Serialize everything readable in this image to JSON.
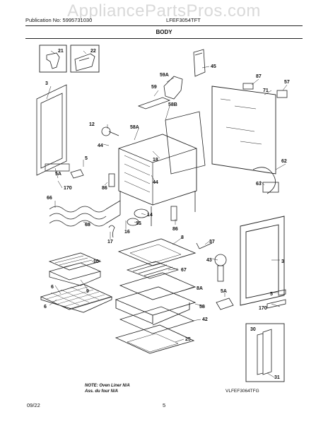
{
  "watermark": "AppliancePartsPros.com",
  "header": {
    "publication": "Publication No: 5995731030",
    "model": "LFEF3054TFT",
    "section_title": "BODY"
  },
  "callouts": {
    "c21": "21",
    "c22": "22",
    "c45": "45",
    "c59A": "59A",
    "c87": "87",
    "c3a": "3",
    "c59": "59",
    "c71": "71",
    "c57": "57",
    "c58B": "58B",
    "c12": "12",
    "c58A": "58A",
    "c44a": "44",
    "c18": "18",
    "c62": "62",
    "c5a": "5",
    "c5Aa": "5A",
    "c170a": "170",
    "c86a": "86",
    "c44b": "44",
    "c63": "63",
    "c66": "66",
    "c14": "14",
    "c68": "68",
    "c15": "15",
    "c86b": "86",
    "c16": "16",
    "c17": "17",
    "c8a": "8",
    "c37": "37",
    "c43": "43",
    "c3b": "3",
    "c10": "10",
    "c67": "67",
    "c9": "9",
    "c8A": "8A",
    "c6a": "6",
    "c6b": "6",
    "c5Ab": "5A",
    "c58": "58",
    "c5b": "5",
    "c170b": "170",
    "c42": "42",
    "c30": "30",
    "c25": "25",
    "c31": "31"
  },
  "note": {
    "line1": "NOTE: Oven Liner N/A",
    "line2": "Ass. du four N/A"
  },
  "figure_id": "VLFEF3064TFG",
  "footer": {
    "date": "09/22",
    "page": "5"
  }
}
